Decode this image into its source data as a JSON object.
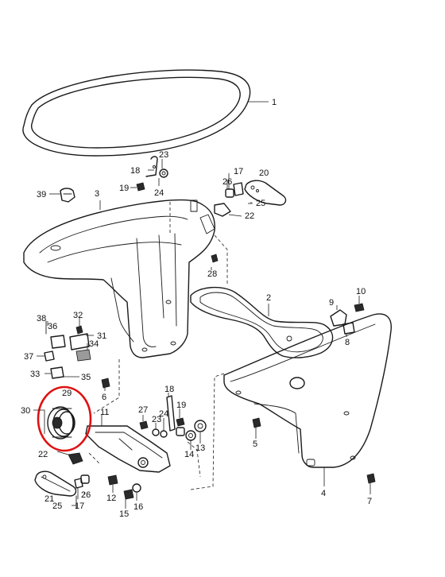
{
  "callouts": [
    {
      "id": "c1",
      "text": "1"
    },
    {
      "id": "c2",
      "text": "2"
    },
    {
      "id": "c3",
      "text": "3"
    },
    {
      "id": "c4",
      "text": "4"
    },
    {
      "id": "c5",
      "text": "5"
    },
    {
      "id": "c6",
      "text": "6"
    },
    {
      "id": "c7",
      "text": "7"
    },
    {
      "id": "c8",
      "text": "8"
    },
    {
      "id": "c9",
      "text": "9"
    },
    {
      "id": "c10",
      "text": "10"
    },
    {
      "id": "c11",
      "text": "11"
    },
    {
      "id": "c12",
      "text": "12"
    },
    {
      "id": "c13",
      "text": "13"
    },
    {
      "id": "c14",
      "text": "14"
    },
    {
      "id": "c15",
      "text": "15"
    },
    {
      "id": "c16",
      "text": "16"
    },
    {
      "id": "c17a",
      "text": "17"
    },
    {
      "id": "c17b",
      "text": "17"
    },
    {
      "id": "c18a",
      "text": "18"
    },
    {
      "id": "c18b",
      "text": "18"
    },
    {
      "id": "c19a",
      "text": "19"
    },
    {
      "id": "c19b",
      "text": "19"
    },
    {
      "id": "c20",
      "text": "20"
    },
    {
      "id": "c21",
      "text": "21"
    },
    {
      "id": "c22a",
      "text": "22"
    },
    {
      "id": "c22b",
      "text": "22"
    },
    {
      "id": "c23a",
      "text": "23"
    },
    {
      "id": "c23b",
      "text": "23"
    },
    {
      "id": "c24a",
      "text": "24"
    },
    {
      "id": "c24b",
      "text": "24"
    },
    {
      "id": "c25a",
      "text": "25"
    },
    {
      "id": "c25b",
      "text": "25"
    },
    {
      "id": "c26a",
      "text": "26"
    },
    {
      "id": "c26b",
      "text": "26"
    },
    {
      "id": "c27",
      "text": "27"
    },
    {
      "id": "c28",
      "text": "28"
    },
    {
      "id": "c29",
      "text": "29"
    },
    {
      "id": "c30",
      "text": "30"
    },
    {
      "id": "c31",
      "text": "31"
    },
    {
      "id": "c32",
      "text": "32"
    },
    {
      "id": "c33",
      "text": "33"
    },
    {
      "id": "c34",
      "text": "34"
    },
    {
      "id": "c35",
      "text": "35"
    },
    {
      "id": "c36",
      "text": "36"
    },
    {
      "id": "c37",
      "text": "37"
    },
    {
      "id": "c38",
      "text": "38"
    },
    {
      "id": "c39",
      "text": "39"
    }
  ],
  "highlight": {
    "target": "29",
    "color": "#e01010"
  }
}
